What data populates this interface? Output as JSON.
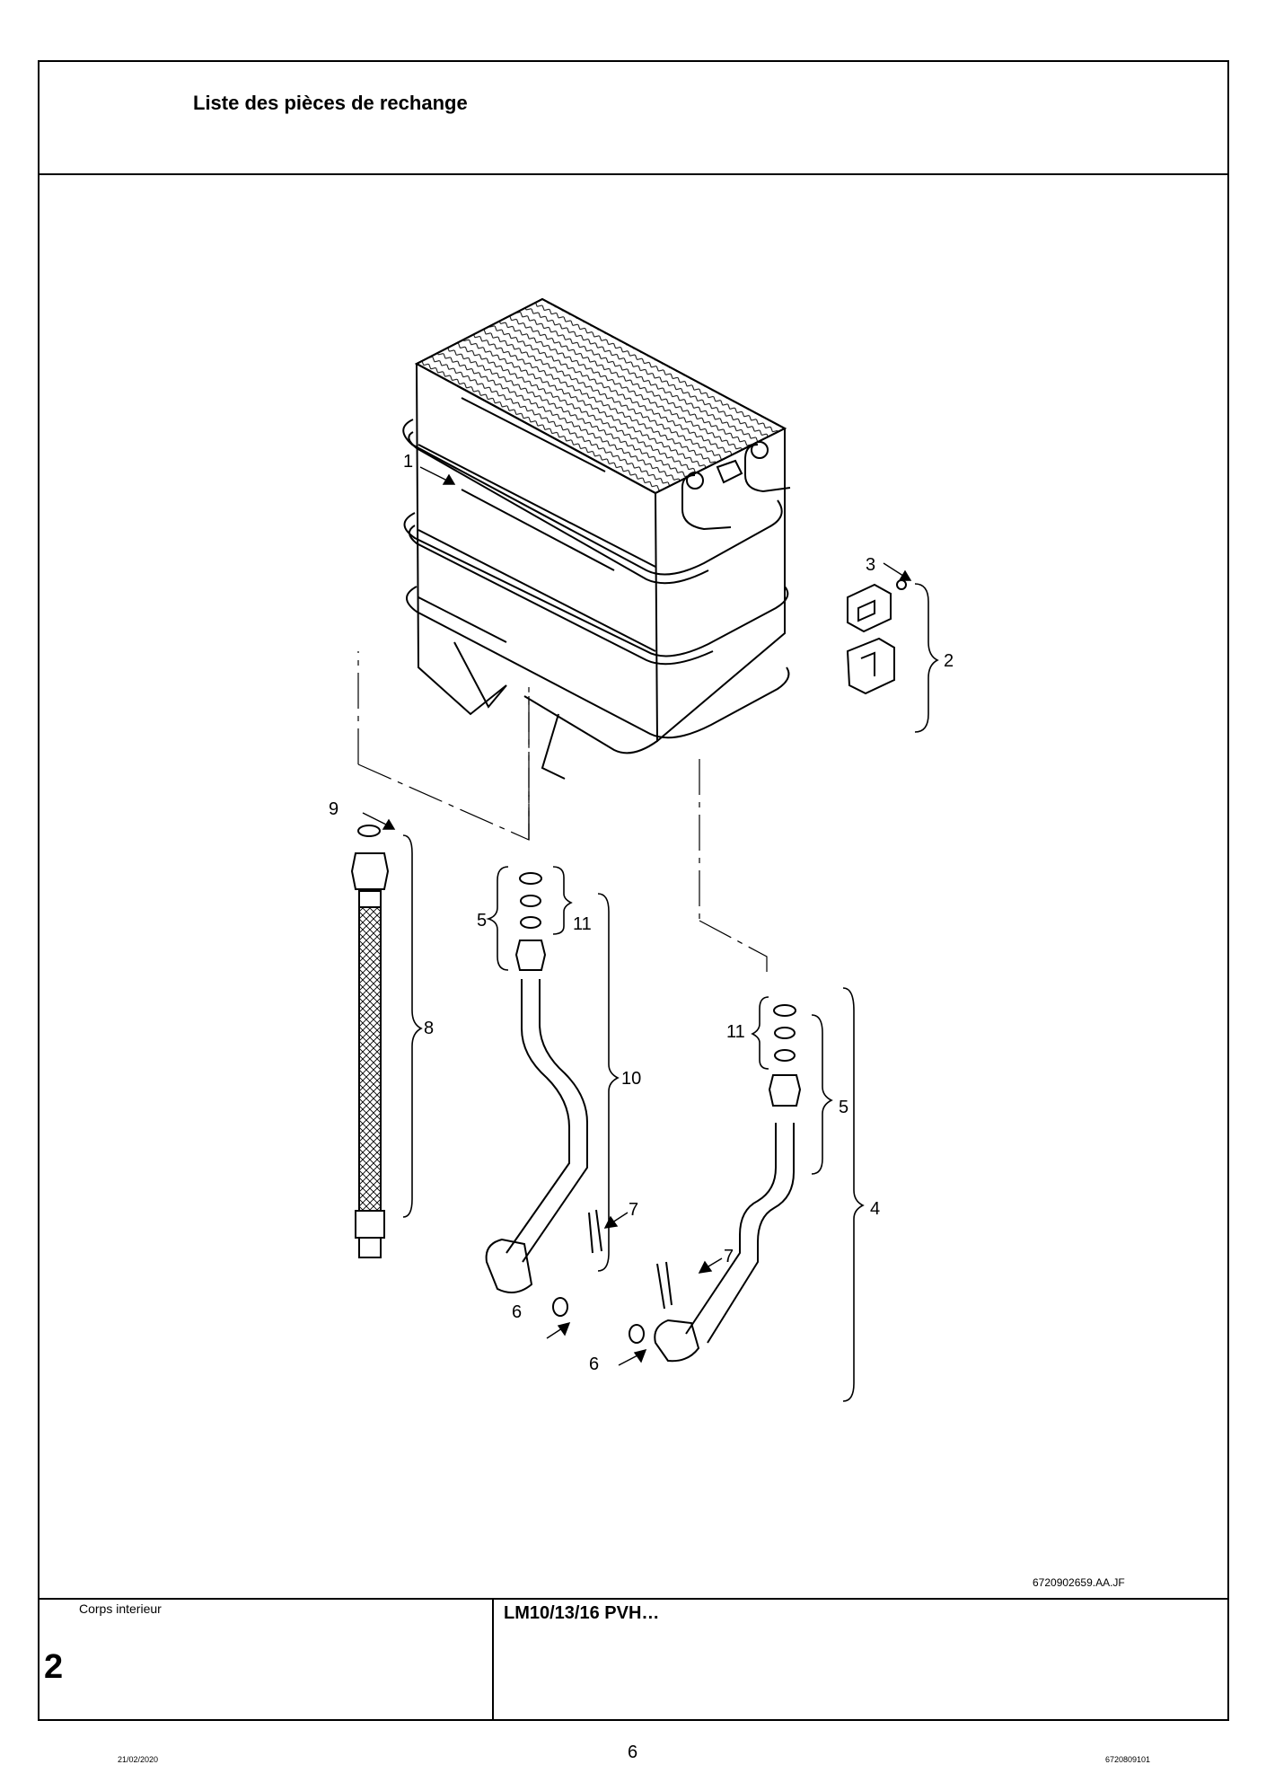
{
  "header": {
    "title": "Liste des pièces de rechange"
  },
  "drawing": {
    "reference": "6720902659.AA.JF",
    "callouts": [
      "1",
      "2",
      "3",
      "4",
      "5",
      "5",
      "6",
      "6",
      "7",
      "7",
      "8",
      "9",
      "10",
      "11",
      "11"
    ]
  },
  "footer": {
    "section_label": "Corps interieur",
    "section_number": "2",
    "model": "LM10/13/16 PVH…"
  },
  "page_footer": {
    "date": "21/02/2020",
    "page": "6",
    "code": "6720809101"
  }
}
